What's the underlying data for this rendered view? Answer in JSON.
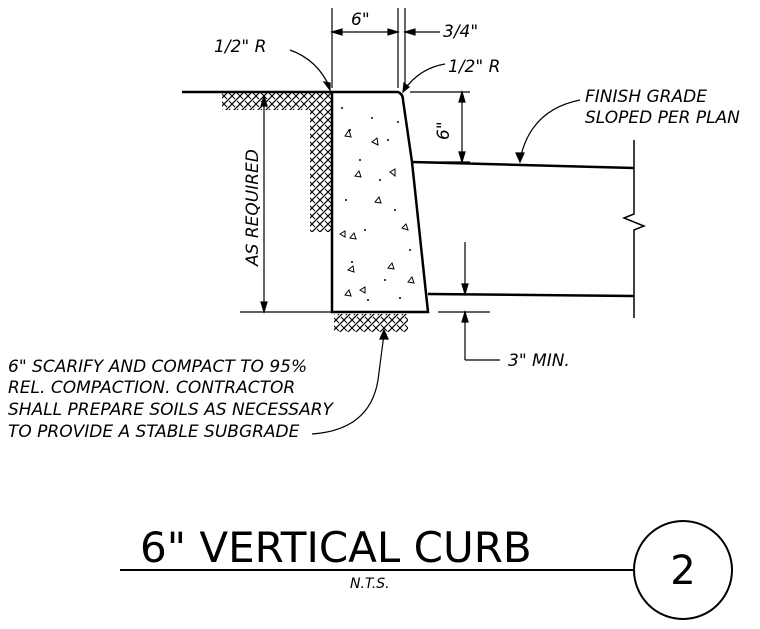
{
  "dimensions": {
    "curb_top_width": "6\"",
    "batter": "3/4\"",
    "curb_face_height": "6\"",
    "depth": "AS REQUIRED",
    "subgrade_depth": "3\" MIN."
  },
  "callouts": {
    "radius_left": "1/2\" R",
    "radius_right": "1/2\" R",
    "finish_grade_line1": "FINISH GRADE",
    "finish_grade_line2": "SLOPED PER PLAN",
    "note_line1": "6\" SCARIFY AND COMPACT TO 95%",
    "note_line2": "REL. COMPACTION. CONTRACTOR",
    "note_line3": "SHALL PREPARE SOILS AS NECESSARY",
    "note_line4": "TO PROVIDE A STABLE SUBGRADE"
  },
  "title_block": {
    "title": "6\" VERTICAL CURB",
    "scale": "N.T.S.",
    "detail_number": "2"
  }
}
